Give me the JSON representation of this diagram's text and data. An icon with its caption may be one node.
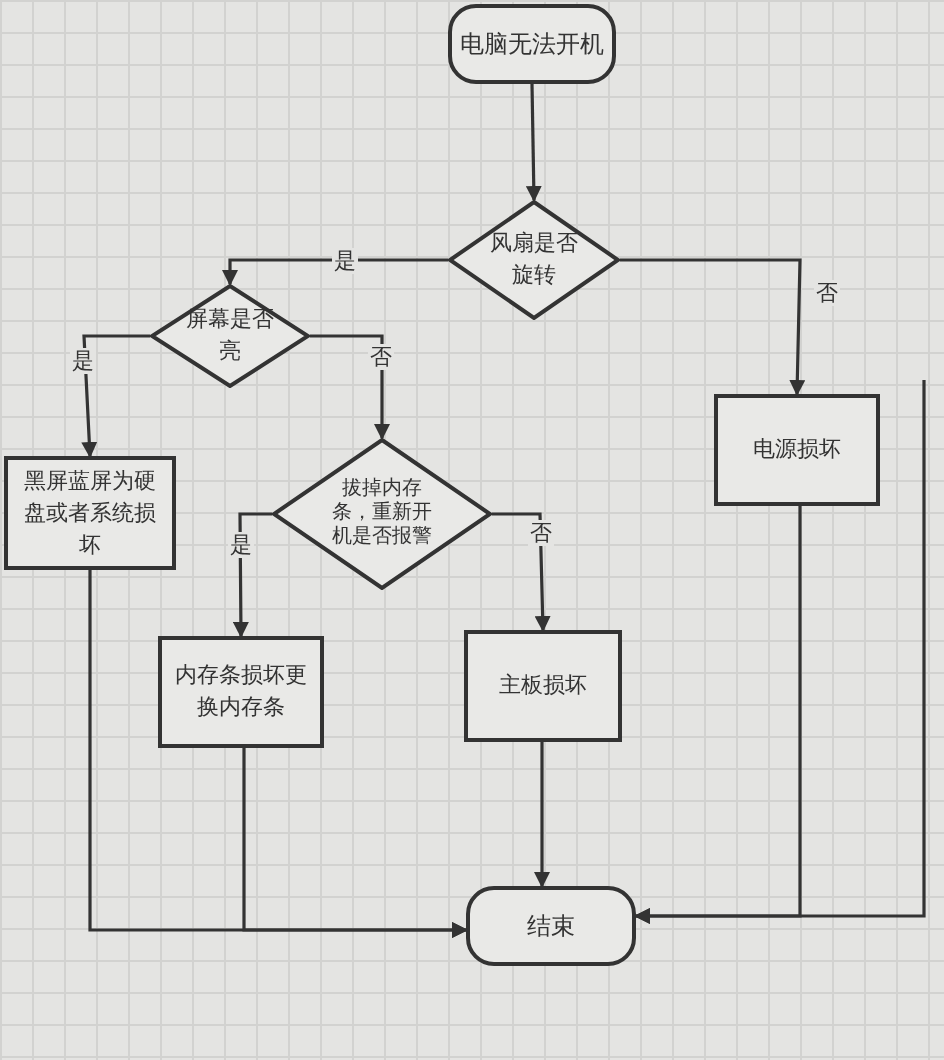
{
  "diagram": {
    "nodes": [
      {
        "text": [
          "电脑无法开机"
        ]
      },
      {
        "text": [
          "风扇是否旋转"
        ]
      },
      {
        "text": [
          "屏幕是否亮"
        ]
      },
      {
        "text": [
          "黑屏蓝屏为硬盘或者系统损坏"
        ]
      },
      {
        "text": [
          "电源损坏"
        ]
      },
      {
        "text": [
          "拔掉内存条，重新开机是否报警"
        ]
      },
      {
        "text": [
          "内存条损坏更换内存条"
        ]
      },
      {
        "text": [
          "主板损坏"
        ]
      },
      {
        "text": [
          "结束"
        ]
      }
    ],
    "edges": [
      {
        "from": 0,
        "to": 1,
        "arrow": "to"
      },
      {
        "from": 1,
        "to": 2,
        "arrow": "to",
        "label": "是"
      },
      {
        "from": 1,
        "to": 4,
        "arrow": "to",
        "label": "否"
      },
      {
        "from": 2,
        "to": 3,
        "arrow": "to",
        "label": "是"
      },
      {
        "from": 2,
        "to": 5,
        "arrow": "to",
        "label": "否"
      },
      {
        "from": 5,
        "to": 6,
        "arrow": "to",
        "label": "是"
      },
      {
        "from": 5,
        "to": 7,
        "arrow": "to",
        "label": "否"
      },
      {
        "from": 3,
        "to": 8,
        "arrow": "to"
      },
      {
        "from": 6,
        "to": 8,
        "arrow": "to"
      },
      {
        "from": 7,
        "to": 8,
        "arrow": "to"
      },
      {
        "from": 4,
        "to": 8,
        "arrow": "to"
      },
      {
        "from": null,
        "to": 8,
        "arrow": "to"
      }
    ]
  }
}
